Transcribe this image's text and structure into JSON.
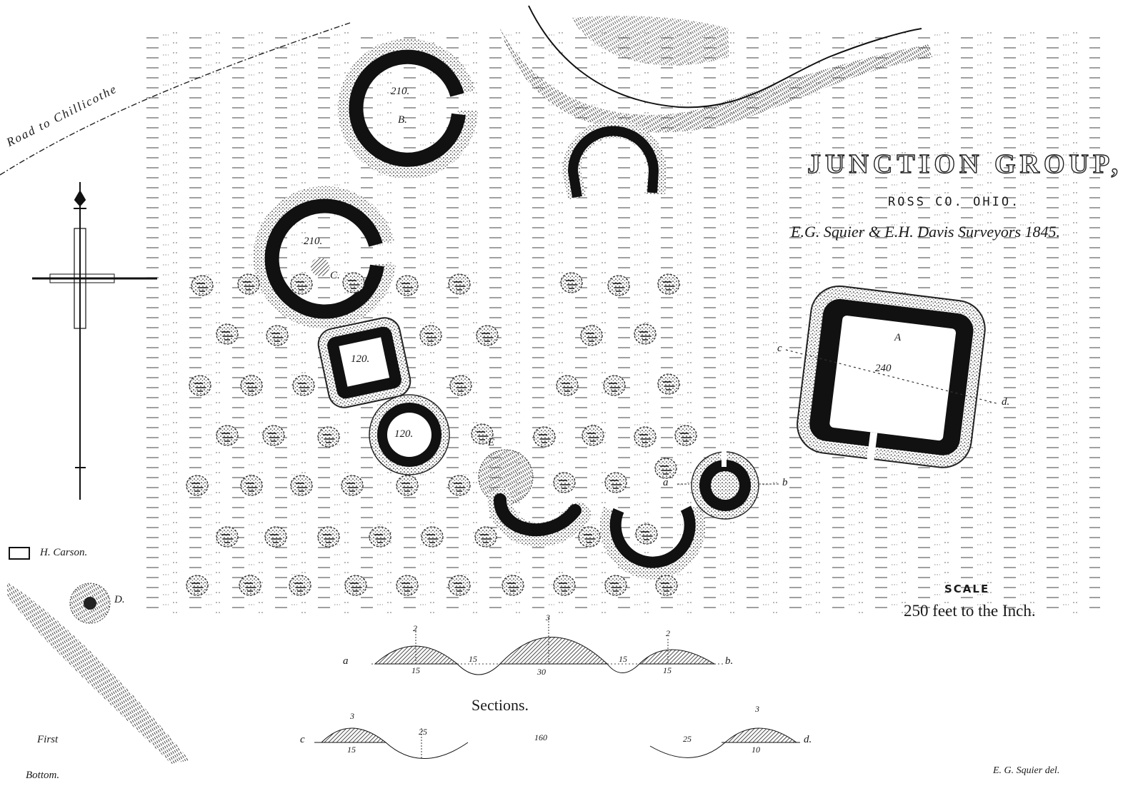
{
  "title": {
    "main": "JUNCTION GROUP,",
    "location": "ROSS CO. OHIO.",
    "credit": "E.G. Squier & E.H. Davis Surveyors 1845."
  },
  "scale": {
    "heading": "SCALE",
    "text": "250 feet to the Inch."
  },
  "road_label": "Road to Chillicothe",
  "legend": {
    "house_label": "H. Carson."
  },
  "terrain_labels": {
    "first": "First",
    "bottom": "Bottom."
  },
  "signature": "E. G. Squier del.",
  "enclosures": [
    {
      "id": "B",
      "type": "circle-open",
      "diameter": "210.",
      "letter": "B."
    },
    {
      "id": "C",
      "type": "circle-open",
      "diameter": "210.",
      "letter": "C."
    },
    {
      "id": "square-small",
      "type": "square",
      "diameter": "120."
    },
    {
      "id": "circle-small",
      "type": "circle",
      "diameter": "120."
    },
    {
      "id": "A",
      "type": "square-large",
      "diameter": "240",
      "letter": "A"
    }
  ],
  "point_labels": {
    "D": "D.",
    "E": "E",
    "a": "a",
    "b": "b",
    "c": "c",
    "d": "d."
  },
  "sections": {
    "title": "Sections.",
    "ab": {
      "start": "a",
      "end": "b.",
      "heights": [
        "2",
        "3",
        "2"
      ],
      "widths": [
        "15",
        "30",
        "15"
      ],
      "ditches": [
        "15",
        "15"
      ]
    },
    "cd": {
      "start": "c",
      "end": "d.",
      "heights": [
        "3",
        "3"
      ],
      "widths": [
        "15",
        "10"
      ],
      "ditches": [
        "25",
        "25"
      ],
      "span": "160"
    }
  },
  "colors": {
    "ink": "#111111",
    "paper": "#ffffff",
    "stipple": "#555555"
  }
}
